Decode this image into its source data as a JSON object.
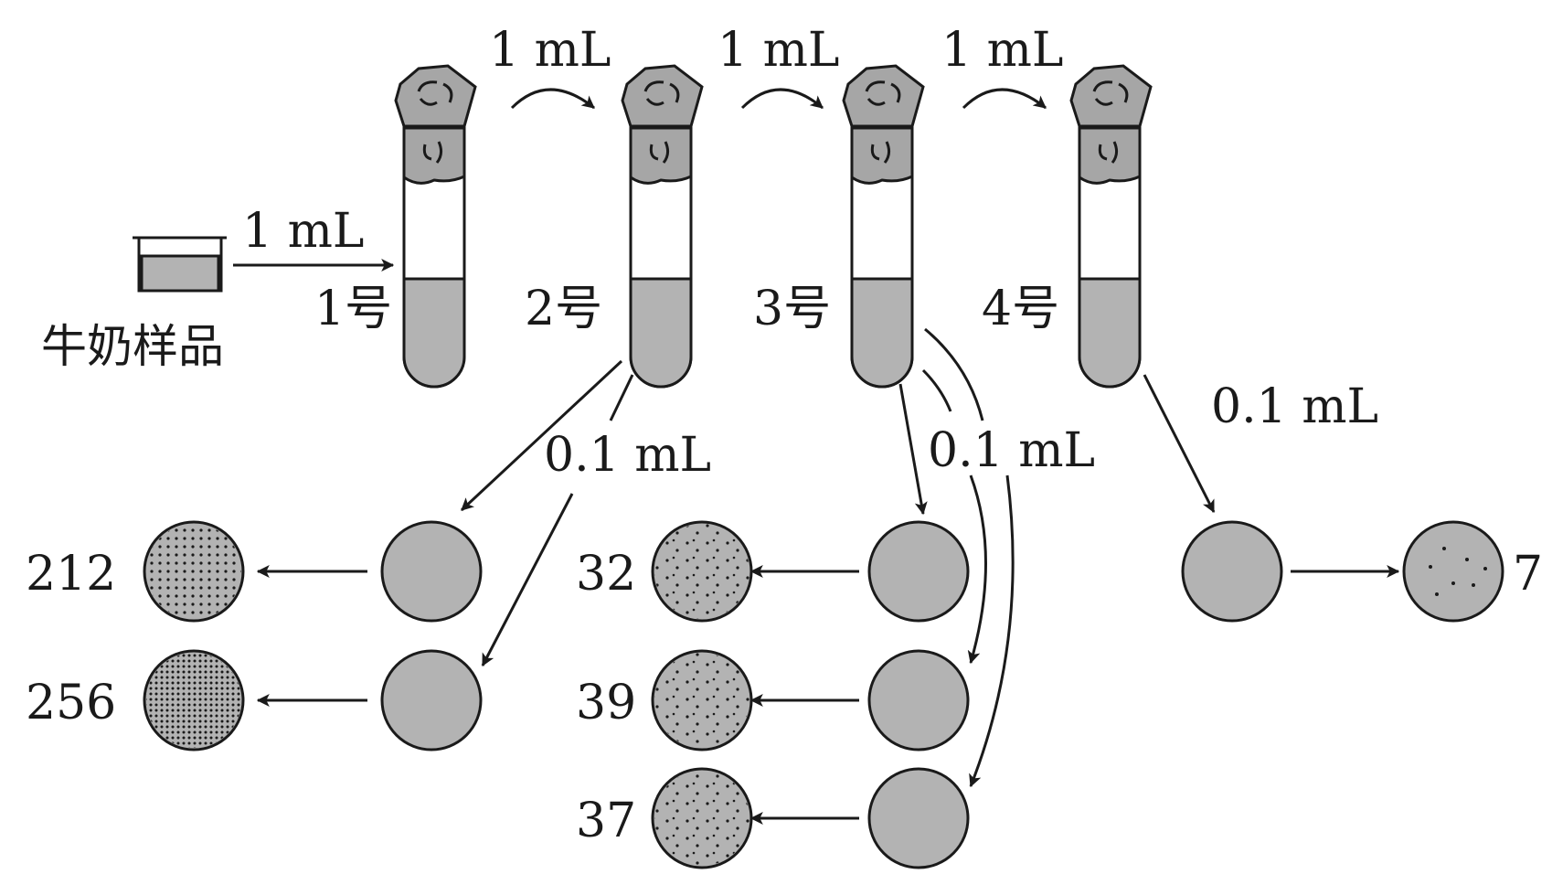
{
  "sample_label": "牛奶样品",
  "transfers": {
    "into_tube1": "1 mL",
    "tube1_to_2": "1 mL",
    "tube2_to_3": "1 mL",
    "tube3_to_4": "1 mL",
    "plating_tube2": "0.1 mL",
    "plating_tube3": "0.1 mL",
    "plating_tube4": "0.1 mL"
  },
  "tubes": [
    {
      "label": "1号"
    },
    {
      "label": "2号"
    },
    {
      "label": "3号"
    },
    {
      "label": "4号"
    }
  ],
  "colony_counts": {
    "tube2": [
      "212",
      "256"
    ],
    "tube3": [
      "32",
      "39",
      "37"
    ],
    "tube4": [
      "7"
    ]
  },
  "colors": {
    "medium": "#b3b3b3",
    "stopper": "#a6a6a6",
    "ink": "#1a1a1a"
  }
}
